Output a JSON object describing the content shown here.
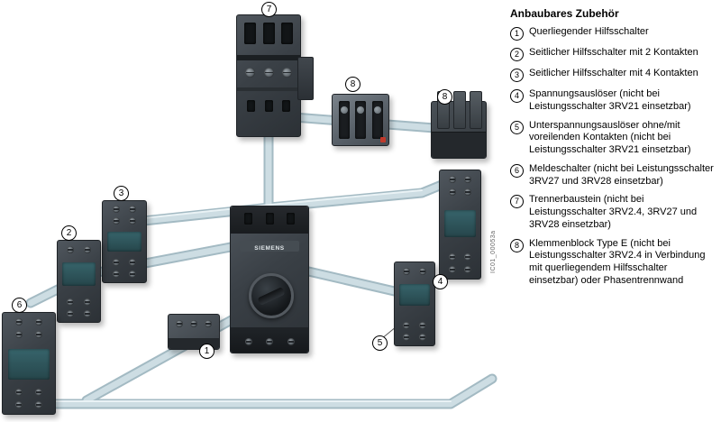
{
  "legend": {
    "title": "Anbaubares Zubehör",
    "items": [
      {
        "num": "1",
        "text": "Querliegender Hilfsschalter"
      },
      {
        "num": "2",
        "text": "Seitlicher Hilfsschalter mit 2 Kontakten"
      },
      {
        "num": "3",
        "text": "Seitlicher Hilfsschalter mit 4 Kontakten"
      },
      {
        "num": "4",
        "text": "Spannungsauslöser (nicht bei Leistungsschalter 3RV21 einsetzbar)"
      },
      {
        "num": "5",
        "text": "Unterspannungsauslöser ohne/mit voreilenden Kontakten (nicht bei Leistungsschalter 3RV21 einsetzbar)"
      },
      {
        "num": "6",
        "text": "Meldeschalter (nicht bei Leistungsschalter 3RV27 und 3RV28 einsetzbar)"
      },
      {
        "num": "7",
        "text": "Trennerbaustein (nicht bei Leistungsschalter 3RV2.4, 3RV27 und 3RV28 einsetzbar)"
      },
      {
        "num": "8",
        "text": "Klemmenblock Type E (nicht bei Leistungsschalter 3RV2.4 in Verbindung mit querliegendem Hilfsschalter einsetzbar) oder Phasentrennwand"
      }
    ]
  },
  "diagram": {
    "brand": "SIEMENS",
    "watermark": "IC01_00053a",
    "callouts": [
      {
        "num": "1"
      },
      {
        "num": "2"
      },
      {
        "num": "3"
      },
      {
        "num": "4"
      },
      {
        "num": "5"
      },
      {
        "num": "6"
      },
      {
        "num": "7"
      },
      {
        "num": "8"
      },
      {
        "num": "8"
      }
    ]
  },
  "colors": {
    "background": "#ffffff",
    "component_dark": "#363b41",
    "component_light": "#6b737a",
    "accent_patch": "#2f565c",
    "ribbon": "#cddde3",
    "ribbon_edge": "#a3bac3",
    "red_marker": "#c0392b"
  }
}
